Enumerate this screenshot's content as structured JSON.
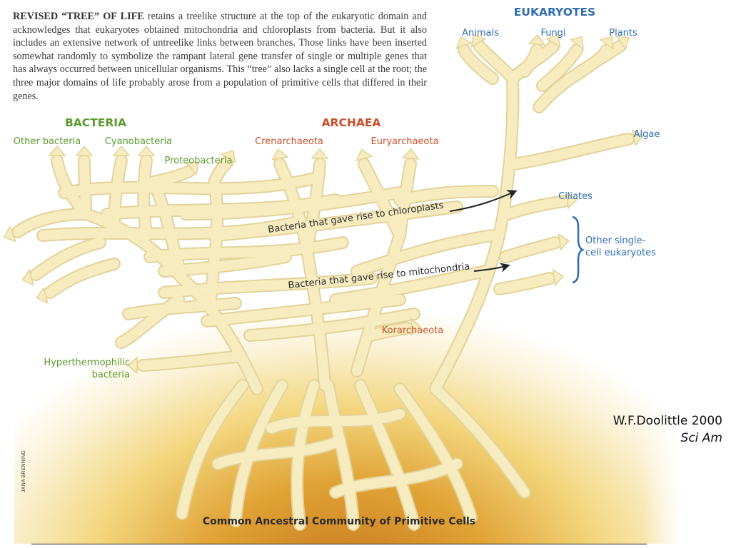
{
  "caption": {
    "lead": "REVISED “TREE” OF LIFE",
    "body": " retains a treelike structure at the top of the eukaryotic domain and acknowledges that eukaryotes obtained mitochondria and chloroplasts from bacteria. But it also includes an extensive network of untreelike links between branches. Those links have been inserted somewhat randomly to symbolize the rampant lateral gene transfer of single or multiple genes that has always occurred between unicellular organisms. This “tree” also lacks a single cell at the root; the three major domains of life probably arose from a population of primitive cells that differed in their genes."
  },
  "domains": {
    "bacteria": "BACTERIA",
    "archaea": "ARCHAEA",
    "eukaryotes": "EUKARYOTES"
  },
  "labels": {
    "other_bacteria": "Other bacteria",
    "cyanobacteria": "Cyanobacteria",
    "proteobacteria": "Proteobacteria",
    "crenarchaeota": "Crenarchaeota",
    "euryarchaeota": "Euryarchaeota",
    "animals": "Animals",
    "fungi": "Fungi",
    "plants": "Plants",
    "algae": "Algae",
    "ciliates": "Ciliates",
    "other_single_line1": "Other single-",
    "other_single_line2": "cell eukaryotes",
    "korarchaeota": "Korarchaeota",
    "hyperthermophilic_line1": "Hyperthermophilic",
    "hyperthermophilic_line2": "bacteria",
    "chloroplasts": "Bacteria that gave rise to chloroplasts",
    "mitochondria": "Bacteria that gave rise to mitochondria",
    "root": "Common Ancestral Community of Primitive Cells"
  },
  "credit": {
    "author": "W.F.Doolittle 2000",
    "journal": "Sci Am"
  },
  "artist_credit": "JANA BRENNING",
  "colors": {
    "branch": "#f6ecc0",
    "branch_edge": "#e3d39a",
    "bacteria": "#5a9a2e",
    "archaea": "#c9502a",
    "eukaryotes": "#2f6db3",
    "annotation": "#2b2b2b",
    "background_top": "#ffffff",
    "background_bottom": "#d9902a"
  }
}
